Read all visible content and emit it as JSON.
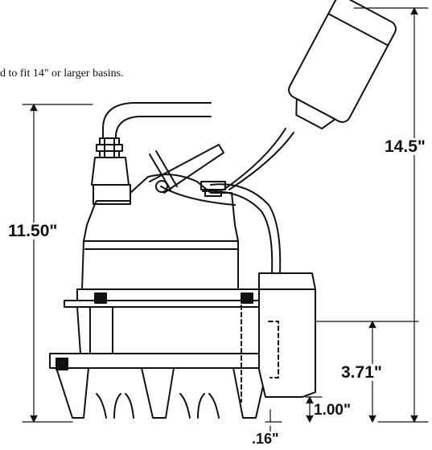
{
  "note": "d to fit 14\" or larger basins.",
  "dimensions": {
    "overall_height": "14.5\"",
    "pump_height": "11.50\"",
    "switch_height": "3.71\"",
    "inlet_height": "1.00\"",
    "gap": ".16\""
  },
  "colors": {
    "line": "#111111",
    "fill": "#ffffff"
  }
}
